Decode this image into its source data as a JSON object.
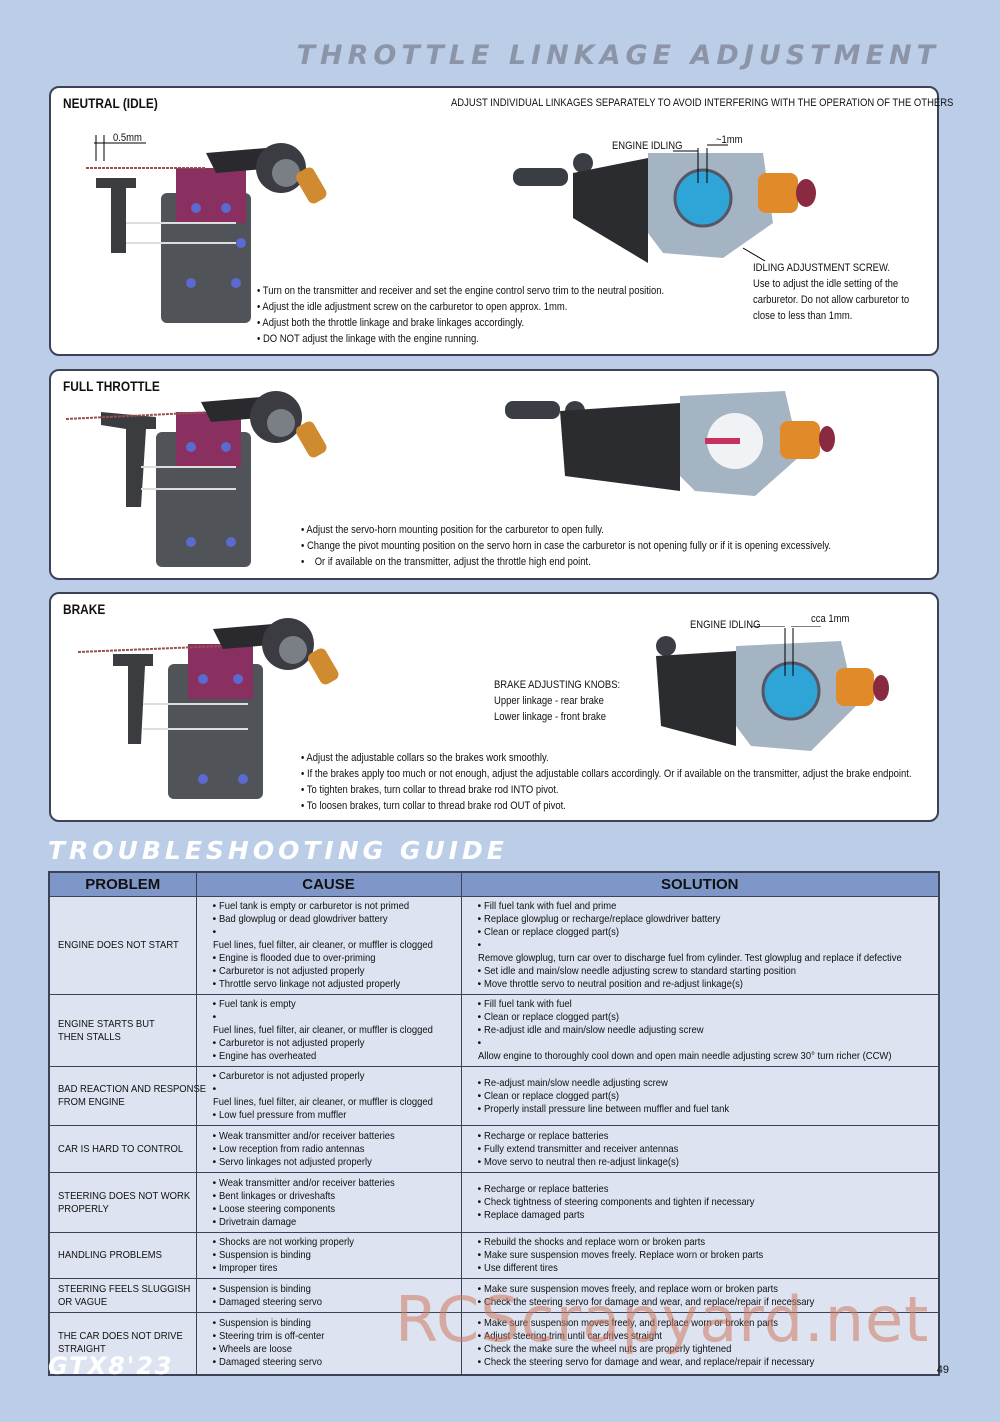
{
  "page_title": "THROTTLE LINKAGE ADJUSTMENT",
  "neutral": {
    "title": "NEUTRAL (IDLE)",
    "note": "ADJUST INDIVIDUAL LINKAGES SEPARATELY TO AVOID INTERFERING WITH THE OPERATION OF THE OTHERS",
    "gap_label": "0.5mm",
    "engine_idling_label": "ENGINE IDLING",
    "approx_label": "~1mm",
    "screw_callout": [
      "IDLING ADJUSTMENT SCREW.",
      "Use to adjust the idle setting of the",
      "carburetor. Do not allow carburetor to",
      "close to less than 1mm."
    ],
    "bullets": [
      "Turn on the transmitter and receiver and set the engine control servo trim to the neutral position.",
      "Adjust the idle adjustment screw on the carburetor to open approx. 1mm.",
      "Adjust both the throttle linkage and brake linkages accordingly.",
      "DO NOT adjust the linkage with the engine running."
    ]
  },
  "full_throttle": {
    "title": "FULL THROTTLE",
    "bullets": [
      "Adjust the servo-horn mounting position for the carburetor to open fully.",
      "Change the pivot mounting position on the servo horn in case the carburetor is not opening fully or if it is opening excessively.",
      "Or if available on the transmitter, adjust the throttle high end point."
    ]
  },
  "brake": {
    "title": "BRAKE",
    "engine_idling_label": "ENGINE IDLING",
    "gap_label": "cca 1mm",
    "knobs_callout": [
      "BRAKE ADJUSTING KNOBS:",
      "Upper linkage - rear brake",
      "Lower linkage - front brake"
    ],
    "bullets": [
      "Adjust the adjustable collars so the brakes work smoothly.",
      "If the brakes apply too much or not enough, adjust the adjustable collars accordingly. Or if available on the transmitter, adjust the brake endpoint.",
      "To tighten brakes, turn collar to thread brake rod INTO pivot.",
      "To loosen brakes, turn collar to thread brake rod OUT of pivot."
    ]
  },
  "troubleshooting": {
    "title": "TROUBLESHOOTING GUIDE",
    "headers": [
      "PROBLEM",
      "CAUSE",
      "SOLUTION"
    ],
    "rows": [
      {
        "problem": [
          "ENGINE DOES NOT START"
        ],
        "causes": [
          "Fuel tank is empty or carburetor is not primed",
          "Bad glowplug or dead glowdriver battery",
          "Fuel lines, fuel filter, air cleaner, or muffler is clogged",
          "Engine is flooded due to over-priming",
          "Carburetor is not adjusted properly",
          "Throttle servo linkage not adjusted properly"
        ],
        "solutions": [
          "Fill fuel tank with fuel and prime",
          "Replace glowplug or recharge/replace glowdriver battery",
          "Clean or replace clogged part(s)",
          "Remove glowplug, turn car over to discharge fuel from cylinder. Test glowplug and replace if defective",
          "Set idle and main/slow needle adjusting screw to standard starting position",
          "Move throttle servo to neutral position and re-adjust linkage(s)"
        ]
      },
      {
        "problem": [
          "ENGINE STARTS BUT",
          "THEN STALLS"
        ],
        "causes": [
          "Fuel tank is empty",
          "Fuel lines, fuel filter, air cleaner, or muffler is clogged",
          "Carburetor is not adjusted properly",
          "Engine has overheated"
        ],
        "solutions": [
          "Fill fuel tank with fuel",
          "Clean or replace clogged part(s)",
          "Re-adjust idle and main/slow needle adjusting screw",
          "Allow engine to thoroughly cool down and open main needle adjusting screw 30° turn richer (CCW)"
        ]
      },
      {
        "problem": [
          "BAD REACTION AND RESPONSE",
          "FROM ENGINE"
        ],
        "causes": [
          "Carburetor is not adjusted properly",
          "Fuel lines, fuel filter, air cleaner, or muffler is clogged",
          "Low fuel pressure from muffler"
        ],
        "solutions": [
          "Re-adjust main/slow needle adjusting screw",
          "Clean or replace clogged part(s)",
          "Properly install pressure line between muffler and fuel tank"
        ]
      },
      {
        "problem": [
          "CAR IS HARD TO CONTROL"
        ],
        "causes": [
          "Weak transmitter and/or receiver batteries",
          "Low reception from radio antennas",
          "Servo linkages not adjusted properly"
        ],
        "solutions": [
          "Recharge or replace batteries",
          "Fully extend transmitter and receiver antennas",
          "Move servo to neutral then re-adjust linkage(s)"
        ]
      },
      {
        "problem": [
          "STEERING DOES NOT WORK",
          "PROPERLY"
        ],
        "causes": [
          "Weak transmitter and/or receiver batteries",
          "Bent linkages or driveshafts",
          "Loose steering components",
          "Drivetrain damage"
        ],
        "solutions": [
          "Recharge or replace batteries",
          "Check tightness of steering components and tighten if necessary",
          "Replace damaged parts"
        ]
      },
      {
        "problem": [
          "HANDLING PROBLEMS"
        ],
        "causes": [
          "Shocks are not working properly",
          "Suspension is binding",
          "Improper tires"
        ],
        "solutions": [
          "Rebuild the shocks and replace worn or broken parts",
          "Make sure suspension moves freely. Replace worn or broken parts",
          "Use different tires"
        ]
      },
      {
        "problem": [
          "STEERING FEELS SLUGGISH",
          "OR VAGUE"
        ],
        "causes": [
          "Suspension is binding",
          "Damaged steering servo"
        ],
        "solutions": [
          "Make sure suspension moves freely, and replace worn or broken parts",
          "Check the steering servo for damage and wear, and replace/repair if necessary"
        ]
      },
      {
        "problem": [
          "THE CAR DOES NOT DRIVE",
          "STRAIGHT"
        ],
        "causes": [
          "Suspension is binding",
          "Steering trim is off-center",
          "Wheels are loose",
          "Damaged steering servo"
        ],
        "solutions": [
          "Make sure suspension moves freely, and replace worn or broken parts",
          "Adjust steering trim until car drives straight",
          "Check the make sure the wheel nuts are properly tightened",
          "Check the steering servo for damage and wear, and replace/repair if necessary"
        ]
      }
    ]
  },
  "footer": {
    "brand": "GTX8'23",
    "page_number": "49",
    "watermark": "RCScrapyard.net"
  },
  "colors": {
    "background": "#bccde8",
    "table_header": "#7e97c8",
    "table_body": "#dde3f0",
    "panel_border": "#3c4257"
  }
}
